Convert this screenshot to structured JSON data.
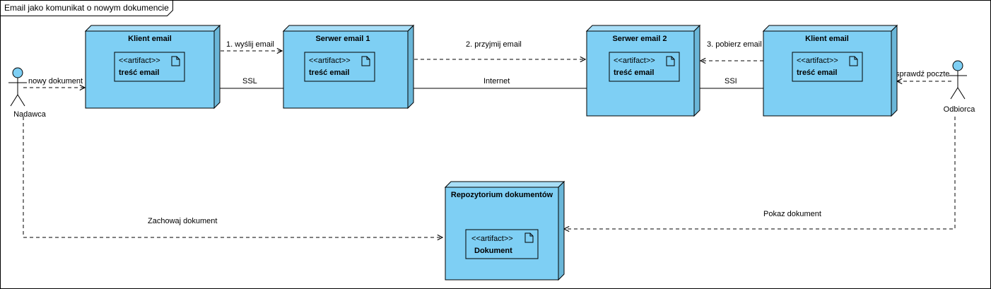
{
  "frame": {
    "title": "Email jako komunikat o nowym dokumencie"
  },
  "colors": {
    "node_fill": "#7ecff4",
    "node_side": "#6ab6d8",
    "node_top": "#a8def7",
    "stroke": "#000000"
  },
  "actors": {
    "sender": {
      "name": "Nadawca"
    },
    "receiver": {
      "name": "Odbiorca"
    }
  },
  "nodes": {
    "client1": {
      "title": "Klient email",
      "stereotype": "<<artifact>>",
      "artifact": "treść email"
    },
    "server1": {
      "title": "Serwer email 1",
      "stereotype": "<<artifact>>",
      "artifact": "treść email"
    },
    "server2": {
      "title": "Serwer email 2",
      "stereotype": "<<artifact>>",
      "artifact": "treść email"
    },
    "client2": {
      "title": "Klient email",
      "stereotype": "<<artifact>>",
      "artifact": "treść email"
    },
    "repo": {
      "title": "Repozytorium dokumentów",
      "stereotype": "<<artifact>>",
      "artifact": "Dokument"
    }
  },
  "links": {
    "new_document": "nowy dokument",
    "send_email": "1. wyślij email",
    "ssl": "SSL",
    "receive_email": "2. przyjmij email",
    "internet": "Internet",
    "fetch_email": "3. pobierz email",
    "ssi": "SSI",
    "check_mail": "sprawdź poczte",
    "save_document": "Zachowaj dokument",
    "show_document": "Pokaz dokument"
  }
}
